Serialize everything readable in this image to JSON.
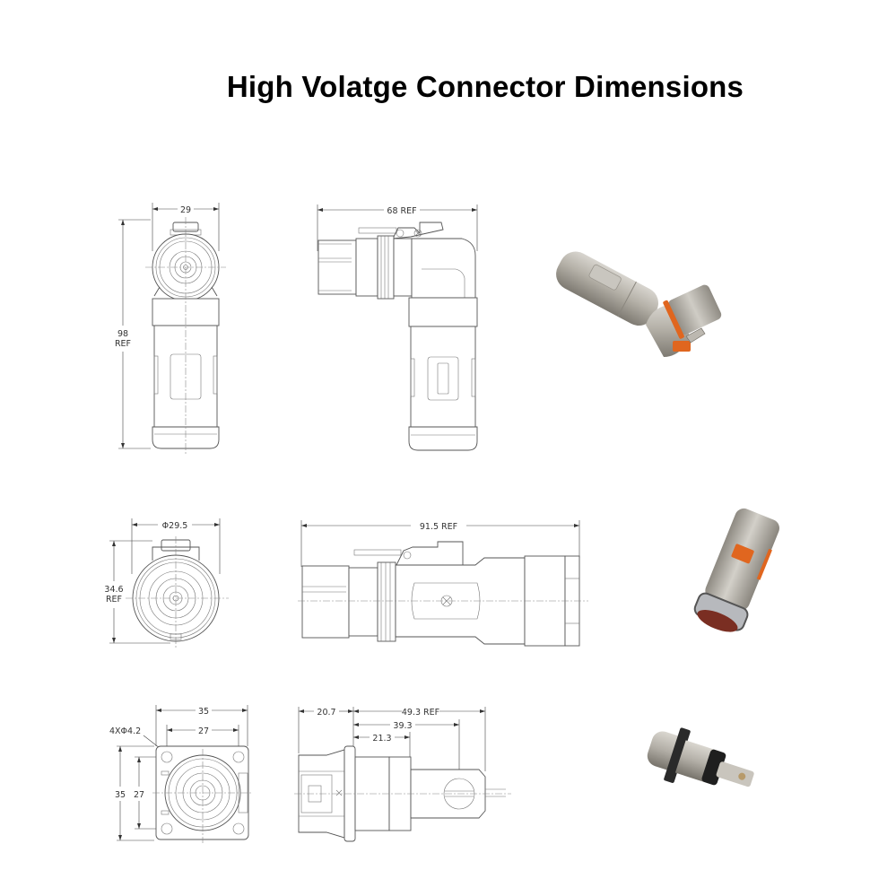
{
  "title": "High Volatge Connector Dimensions",
  "rows": [
    {
      "name": "right-angle-plug",
      "front_view": {
        "width_label": "29",
        "height_label": "98",
        "height_ref": "REF"
      },
      "side_view": {
        "length_label": "68 REF"
      },
      "photo": {
        "description": "Right-angle metal high voltage connector with orange seal ring and latch"
      }
    },
    {
      "name": "straight-plug",
      "front_view": {
        "diameter_label": "Φ29.5",
        "height_label": "34.6",
        "height_ref": "REF"
      },
      "side_view": {
        "length_label": "91.5 REF"
      },
      "photo": {
        "description": "Straight metal high voltage connector with orange latch and cable gland nut"
      }
    },
    {
      "name": "panel-receptacle",
      "front_view": {
        "outer_width_label": "35",
        "hole_pitch_label": "27",
        "holes_label": "4XΦ4.2",
        "outer_height_label": "35",
        "inner_height_label": "27"
      },
      "side_view": {
        "flange_label": "20.7",
        "total_label": "49.3 REF",
        "hole_center_label": "39.3",
        "body_label": "21.3"
      },
      "photo": {
        "description": "Square flange panel-mount receptacle with black insulator and busbar terminal"
      }
    }
  ],
  "colors": {
    "title": "#000000",
    "line": "#555555",
    "accent_orange": "#e0661f",
    "metal": "#a8a49c"
  }
}
